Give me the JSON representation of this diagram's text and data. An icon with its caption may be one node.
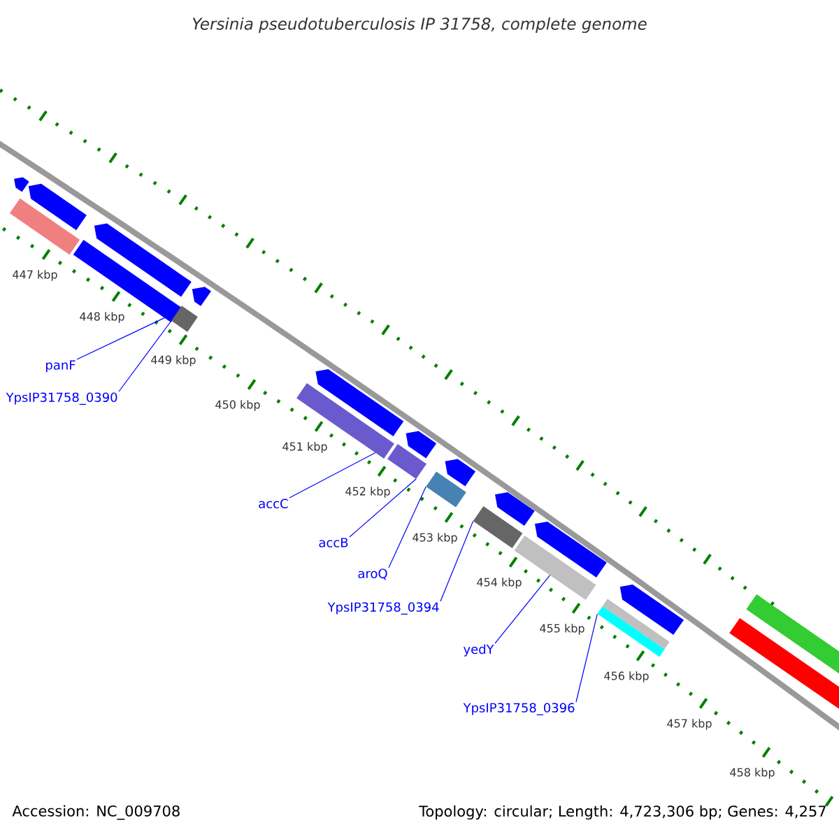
{
  "diagram": {
    "title": "Yersinia pseudotuberculosis IP 31758, complete genome",
    "nodes": [
      {
        "text": [],
        "shape": "pentagon"
      },
      {
        "text": [],
        "shape": "pentagon"
      },
      {
        "text": [],
        "shape": "bar"
      },
      {
        "text": [],
        "shape": "pentagon"
      },
      {
        "text": [],
        "shape": "bar"
      },
      {
        "text": [],
        "shape": "bar"
      },
      {
        "text": [],
        "shape": "pentagon"
      },
      {
        "text": [],
        "shape": "pentagon"
      },
      {
        "text": [],
        "shape": "bar"
      },
      {
        "text": [],
        "shape": "pentagon"
      },
      {
        "text": [],
        "shape": "bar"
      },
      {
        "text": [],
        "shape": "pentagon"
      },
      {
        "text": [],
        "shape": "bar"
      },
      {
        "text": [],
        "shape": "pentagon"
      },
      {
        "text": [],
        "shape": "bar"
      },
      {
        "text": [],
        "shape": "bar"
      },
      {
        "text": [],
        "shape": "pentagon"
      },
      {
        "text": [],
        "shape": "pentagon"
      },
      {
        "text": [],
        "shape": "bar"
      },
      {
        "text": [],
        "shape": "bar"
      },
      {
        "text": [],
        "shape": "bar"
      },
      {
        "text": [],
        "shape": "bar"
      },
      {
        "text": [
          "panF"
        ]
      },
      {
        "text": [
          "YpsIP31758_0390"
        ]
      },
      {
        "text": [
          "accC"
        ]
      },
      {
        "text": [
          "accB"
        ]
      },
      {
        "text": [
          "aroQ"
        ]
      },
      {
        "text": [
          "YpsIP31758_0394"
        ]
      },
      {
        "text": [
          "yedY"
        ]
      },
      {
        "text": [
          "YpsIP31758_0396"
        ]
      }
    ],
    "edges": [
      {
        "from": 22,
        "to": 4,
        "arrow": "none"
      },
      {
        "from": 23,
        "to": 5,
        "arrow": "none"
      },
      {
        "from": 24,
        "to": 8,
        "arrow": "none"
      },
      {
        "from": 25,
        "to": 10,
        "arrow": "none"
      },
      {
        "from": 26,
        "to": 12,
        "arrow": "none"
      },
      {
        "from": 27,
        "to": 14,
        "arrow": "none"
      },
      {
        "from": 28,
        "to": 15,
        "arrow": "none"
      },
      {
        "from": 29,
        "to": 19,
        "arrow": "none"
      }
    ],
    "labels": [
      "447 kbp",
      "448 kbp",
      "449 kbp",
      "450 kbp",
      "451 kbp",
      "452 kbp",
      "453 kbp",
      "454 kbp",
      "455 kbp",
      "456 kbp",
      "457 kbp",
      "458 kbp",
      "Accession: NC_009708",
      "Topology: circular; Length: 4,723,306 bp; Genes: 4,257"
    ]
  }
}
